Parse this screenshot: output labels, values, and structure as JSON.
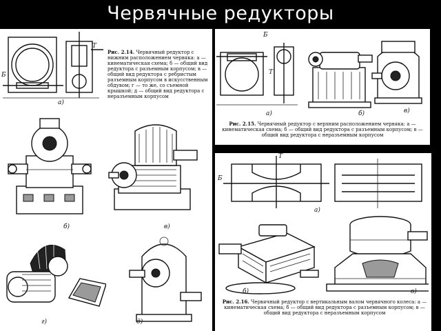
{
  "slide": {
    "title": "Червячные редукторы"
  },
  "figures": {
    "fig_214": {
      "number": "Рис. 2.14.",
      "caption": "Червячный редуктор с нижним расположением червяка: а — кинематическая схема; б — общий вид редуктора с разъемным корпусом; в — общий вид редуктора с ребристым разъемным корпусом в искусственным обдувом; г — то же, со съемной крышкой; д — общий вид редуктора с неразъемным корпусом",
      "labels": [
        "а)",
        "б)",
        "в)",
        "г)",
        "д)"
      ],
      "scheme_marks": [
        "Т",
        "Б"
      ]
    },
    "fig_215": {
      "number": "Рис. 2.15.",
      "caption": "Червячный редуктор с верхним расположением червяка: а — кинематическая схема; б — общий вид редуктора с разъемным корпусом; в — общий вид редуктора с неразъемным корпусом",
      "labels": [
        "а)",
        "б)",
        "в)"
      ],
      "scheme_marks": [
        "Б",
        "Т"
      ]
    },
    "fig_216": {
      "number": "Рис. 2.16.",
      "caption": "Червячный редуктор с вертикальным валом червячного колеса: а — кинематическая схема; б — общий вид редуктора с разъемным корпусом; в — общий вид редуктора с неразъемным корпусом",
      "labels": [
        "а)",
        "б)",
        "в)"
      ],
      "scheme_marks": [
        "Т",
        "Б"
      ]
    }
  }
}
